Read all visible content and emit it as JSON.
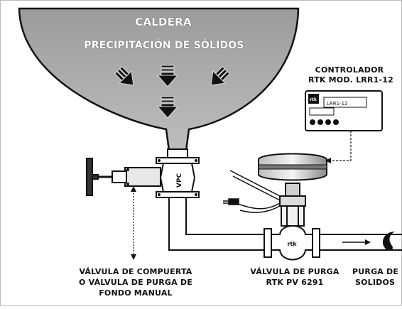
{
  "boiler": {
    "title": "CALDERA",
    "subtitle": "PRECIPITACIÓN DE SÓLIDOS"
  },
  "controller": {
    "header_line1": "CONTROLADOR",
    "header_line2": "RTK  MOD. LRR1-12",
    "brand": "rtk",
    "model_label": "LRR1-12"
  },
  "gate_valve": {
    "body_text": "VPC",
    "caption_line1": "VÁLVULA DE COMPUERTA",
    "caption_line2": "O VÁLVULA DE PURGA DE",
    "caption_line3": "FONDO MANUAL"
  },
  "purge_valve": {
    "body_text": "rtk",
    "caption_line1": "VÁLVULA DE PURGA",
    "caption_line2": "RTK PV 6291"
  },
  "outlet": {
    "caption_line1": "PURGA DE",
    "caption_line2": "SOLIDOS"
  },
  "colors": {
    "boiler_fill": "#a8a8a8",
    "outline": "#111111",
    "background": "#ffffff"
  }
}
